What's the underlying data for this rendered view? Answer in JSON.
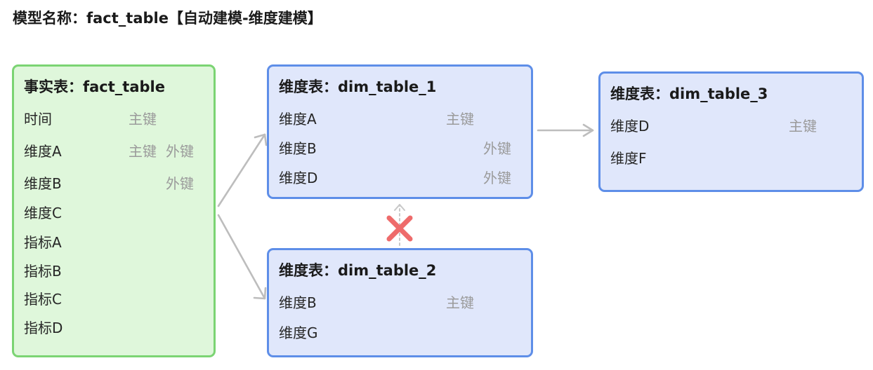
{
  "title": "模型名称：fact_table【自动建模-维度建模】",
  "colors": {
    "fact_fill": "#dff7db",
    "fact_border": "#7bd473",
    "dim_fill": "#e0e7fb",
    "dim_border": "#5e8ee8",
    "connector": "#bdbdbd",
    "reject_mark": "#ee6b6b"
  },
  "fact_table": {
    "title": "事实表：fact_table",
    "fields": [
      {
        "name": "时间",
        "pk": "主键",
        "fk": ""
      },
      {
        "name": "维度A",
        "pk": "主键",
        "fk": "外键"
      },
      {
        "name": "维度B",
        "pk": "",
        "fk": "外键"
      },
      {
        "name": "维度C",
        "pk": "",
        "fk": ""
      },
      {
        "name": "指标A",
        "pk": "",
        "fk": ""
      },
      {
        "name": "指标B",
        "pk": "",
        "fk": ""
      },
      {
        "name": "指标C",
        "pk": "",
        "fk": ""
      },
      {
        "name": "指标D",
        "pk": "",
        "fk": ""
      }
    ]
  },
  "dim_table_1": {
    "title": "维度表：dim_table_1",
    "fields": [
      {
        "name": "维度A",
        "key": "主键"
      },
      {
        "name": "维度B",
        "key": "外键"
      },
      {
        "name": "维度D",
        "key": "外键"
      }
    ]
  },
  "dim_table_2": {
    "title": "维度表：dim_table_2",
    "fields": [
      {
        "name": "维度B",
        "key": "主键"
      },
      {
        "name": "维度G",
        "key": ""
      }
    ]
  },
  "dim_table_3": {
    "title": "维度表：dim_table_3",
    "fields": [
      {
        "name": "维度D",
        "key": "主键"
      },
      {
        "name": "维度F",
        "key": ""
      }
    ]
  },
  "connectors": [
    {
      "from": "fact_table",
      "to": "dim_table_1",
      "status": "valid"
    },
    {
      "from": "fact_table",
      "to": "dim_table_2",
      "status": "valid"
    },
    {
      "from": "dim_table_1",
      "to": "dim_table_3",
      "status": "valid"
    },
    {
      "from": "dim_table_2",
      "to": "dim_table_1",
      "status": "rejected",
      "icon": "cross-icon"
    }
  ]
}
